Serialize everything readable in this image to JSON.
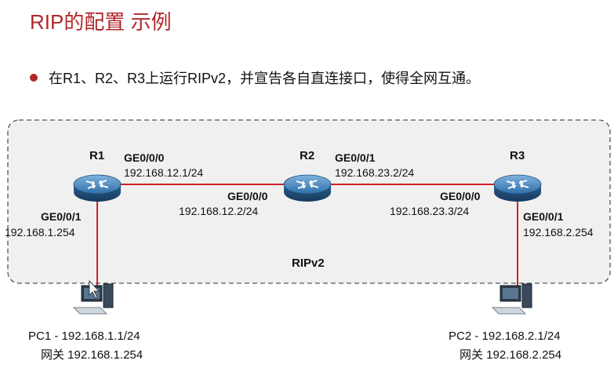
{
  "title": "RIP的配置 示例",
  "bullet": "在R1、R2、R3上运行RIPv2，并宣告各自直连接口，使得全网互通。",
  "area_label": "RIPv2",
  "routers": {
    "r1": "R1",
    "r2": "R2",
    "r3": "R3"
  },
  "links": {
    "r1_r2": {
      "r1_if": "GE0/0/0",
      "r1_ip": "192.168.12.1/24",
      "r2_if": "GE0/0/0",
      "r2_ip": "192.168.12.2/24"
    },
    "r2_r3": {
      "r2_if": "GE0/0/1",
      "r2_ip": "192.168.23.2/24",
      "r3_if": "GE0/0/0",
      "r3_ip": "192.168.23.3/24"
    },
    "r1_pc1": {
      "r1_if": "GE0/0/1",
      "r1_ip": "192.168.1.254"
    },
    "r3_pc2": {
      "r3_if": "GE0/0/1",
      "r3_ip": "192.168.2.254"
    }
  },
  "pcs": {
    "pc1": {
      "line1": "PC1 - 192.168.1.1/24",
      "line2": "网关 192.168.1.254"
    },
    "pc2": {
      "line1": "PC2 - 192.168.2.1/24",
      "line2": "网关 192.168.2.254"
    }
  },
  "colors": {
    "accent": "#b0282b",
    "link": "#d0202a",
    "router": "#2f6fa8",
    "area_fill": "#f0f0f0"
  }
}
